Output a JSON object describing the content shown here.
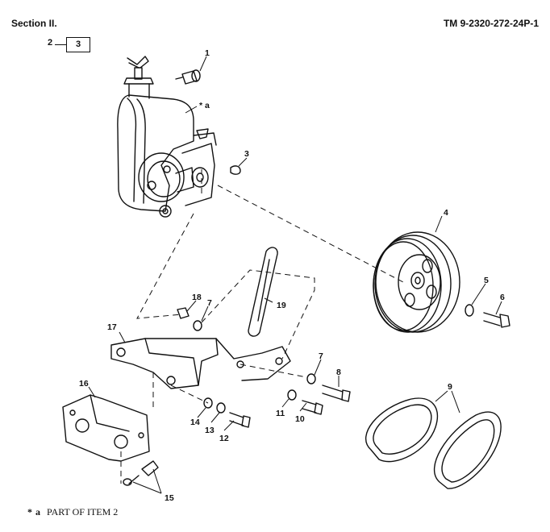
{
  "header": {
    "section": "Section II.",
    "tm_number": "TM 9-2320-272-24P-1"
  },
  "figure_ref": {
    "lead": "2",
    "box": "3"
  },
  "callouts": {
    "c1": "1",
    "c2": "* a",
    "c3": "3",
    "c4": "4",
    "c5": "5",
    "c6": "6",
    "c7a": "7",
    "c7b": "7",
    "c8": "8",
    "c9": "9",
    "c10": "10",
    "c11": "11",
    "c12": "12",
    "c13": "13",
    "c14": "14",
    "c15": "15",
    "c16": "16",
    "c17": "17",
    "c18": "18",
    "c19": "19"
  },
  "footnote": {
    "star": "*",
    "mark": "a",
    "text": "PART OF ITEM 2"
  }
}
